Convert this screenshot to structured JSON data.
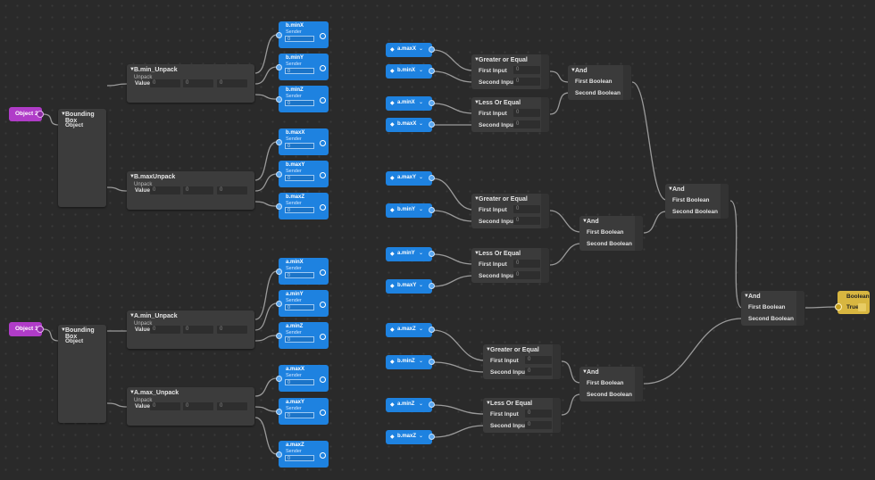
{
  "colors": {
    "canvas": "#2a2a2a",
    "node": "#3c3c3c",
    "constant": "#1e82e0",
    "object": "#b03cc8",
    "output": "#d8b640",
    "wire": "#9a9a9a"
  },
  "objects": [
    {
      "label": "Object 2"
    },
    {
      "label": "Object 1"
    }
  ],
  "bounding_boxes": [
    {
      "title": "Bounding Box",
      "input": "Object"
    },
    {
      "title": "Bounding Box",
      "input": "Object"
    }
  ],
  "unpacks": [
    {
      "title": "B.min_Unpack",
      "subtitle": "Unpack",
      "value_label": "Value",
      "fields": [
        "0",
        "0",
        "0"
      ]
    },
    {
      "title": "B.maxUnpack",
      "subtitle": "Unpack",
      "value_label": "Value",
      "fields": [
        "0",
        "0",
        "0"
      ]
    },
    {
      "title": "A.min_Unpack",
      "subtitle": "Unpack",
      "value_label": "Value",
      "fields": [
        "0",
        "0",
        "0"
      ]
    },
    {
      "title": "A.max_Unpack",
      "subtitle": "Unpack",
      "value_label": "Value",
      "fields": [
        "0",
        "0",
        "0"
      ]
    }
  ],
  "senders": [
    {
      "title": "b.minX",
      "subtitle": "Sender",
      "value": "0"
    },
    {
      "title": "b.minY",
      "subtitle": "Sender",
      "value": "0"
    },
    {
      "title": "b.minZ",
      "subtitle": "Sender",
      "value": "0"
    },
    {
      "title": "b.maxX",
      "subtitle": "Sender",
      "value": "0"
    },
    {
      "title": "b.maxY",
      "subtitle": "Sender",
      "value": "0"
    },
    {
      "title": "b.maxZ",
      "subtitle": "Sender",
      "value": "0"
    },
    {
      "title": "a.minX",
      "subtitle": "Sender",
      "value": "0"
    },
    {
      "title": "a.minY",
      "subtitle": "Sender",
      "value": "0"
    },
    {
      "title": "a.minZ",
      "subtitle": "Sender",
      "value": "0"
    },
    {
      "title": "a.maxX",
      "subtitle": "Sender",
      "value": "0"
    },
    {
      "title": "a.maxY",
      "subtitle": "Sender",
      "value": "0"
    },
    {
      "title": "a.maxZ",
      "subtitle": "Sender",
      "value": "0"
    }
  ],
  "constants": [
    "a.maxX",
    "b.minX",
    "a.minX",
    "b.maxX",
    "a.maxY",
    "b.minY",
    "a.minY",
    "b.maxY",
    "a.maxZ",
    "b.minZ",
    "a.minZ",
    "b.maxZ"
  ],
  "compares": [
    {
      "title": "Greater or Equal",
      "in1": "First Input",
      "in2": "Second Input",
      "v1": "0",
      "v2": "0"
    },
    {
      "title": "Less Or Equal",
      "in1": "First Input",
      "in2": "Second Input",
      "v1": "0",
      "v2": "0"
    },
    {
      "title": "Greater or Equal",
      "in1": "First Input",
      "in2": "Second Input",
      "v1": "0",
      "v2": "0"
    },
    {
      "title": "Less Or Equal",
      "in1": "First Input",
      "in2": "Second Input",
      "v1": "0",
      "v2": "0"
    },
    {
      "title": "Greater or Equal",
      "in1": "First Input",
      "in2": "Second Input",
      "v1": "0",
      "v2": "0"
    },
    {
      "title": "Less Or Equal",
      "in1": "First Input",
      "in2": "Second Input",
      "v1": "0",
      "v2": "0"
    }
  ],
  "ands": [
    {
      "title": "And",
      "in1": "First Boolean",
      "in2": "Second Boolean"
    },
    {
      "title": "And",
      "in1": "First Boolean",
      "in2": "Second Boolean"
    },
    {
      "title": "And",
      "in1": "First Boolean",
      "in2": "Second Boolean"
    },
    {
      "title": "And",
      "in1": "First Boolean",
      "in2": "Second Boolean"
    },
    {
      "title": "And",
      "in1": "First Boolean",
      "in2": "Second Boolean"
    }
  ],
  "output": {
    "title": "Boolean",
    "value": "True"
  }
}
